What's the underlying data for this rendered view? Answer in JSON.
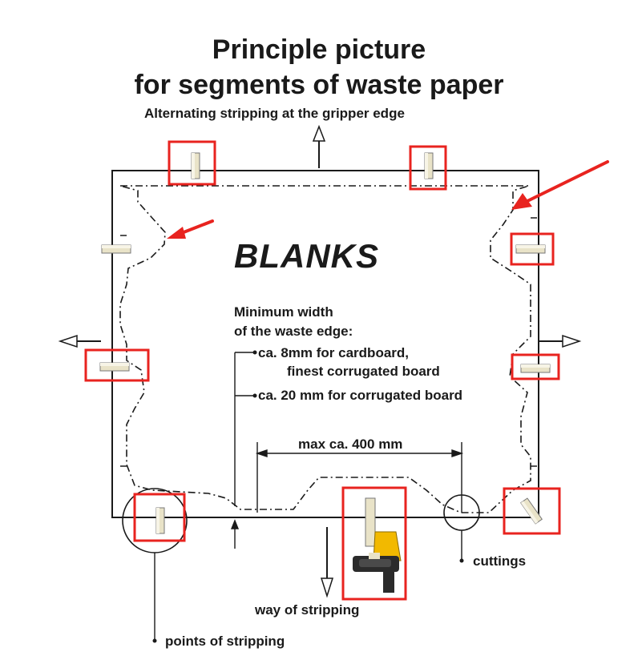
{
  "title": {
    "line1": "Principle picture",
    "line2": "for segments of waste paper"
  },
  "subtitle": "Alternating stripping at the gripper edge",
  "blanks_label": "BLANKS",
  "min_width": {
    "heading_line1": "Minimum width",
    "heading_line2": "of the waste edge:",
    "item1_line1": "ca. 8mm for cardboard,",
    "item1_line2": "finest corrugated board",
    "item2": "ca. 20 mm for corrugated board"
  },
  "dimension_label": "max ca. 400 mm",
  "labels": {
    "cuttings": "cuttings",
    "way_of_stripping": "way of stripping",
    "points_of_stripping": "points of stripping"
  },
  "colors": {
    "line": "#1a1a1a",
    "highlight": "#e8231f",
    "arrow_red": "#e8231f",
    "pin": "#e9e3c8",
    "tool_body": "#f2b900"
  },
  "icons": [
    "up-arrow",
    "left-arrow",
    "right-arrow",
    "down-arrow",
    "red-pointer-arrow",
    "stripping-pin-icon",
    "stripping-tool-icon"
  ]
}
